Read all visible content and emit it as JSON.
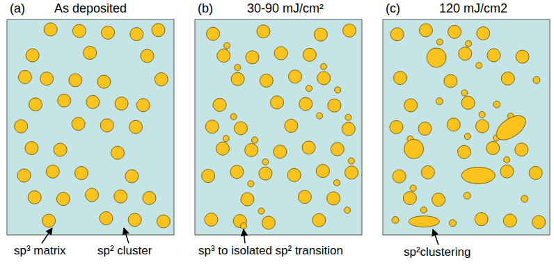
{
  "diagram": {
    "labels": [
      "(a)",
      "As deposited",
      "(b)",
      "30-90 mJ/cm²",
      "(c)",
      "120 mJ/cm2",
      "sp³ matrix",
      "sp² cluster",
      "sp³ to isolated sp² transition",
      "sp²clustering"
    ]
  }
}
